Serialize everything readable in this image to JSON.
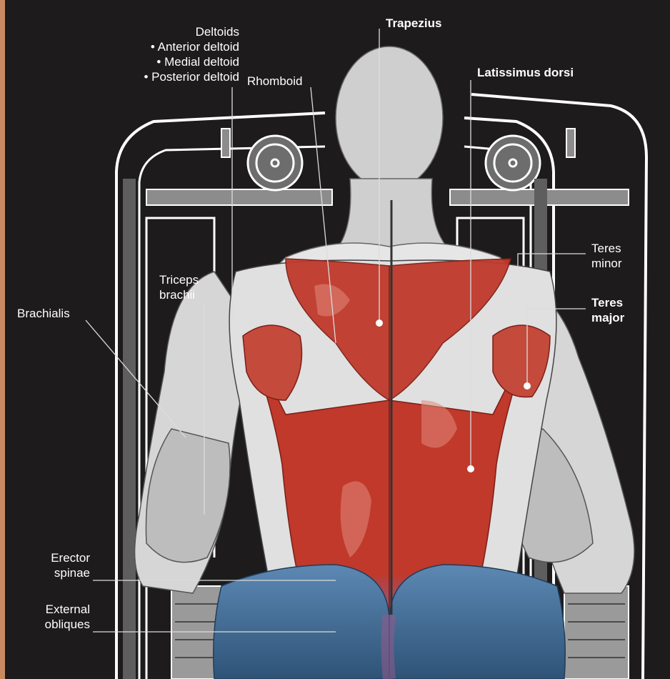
{
  "labels": {
    "deltoids": {
      "title": "Deltoids",
      "items": [
        "• Anterior deltoid",
        "• Medial deltoid",
        "• Posterior deltoid"
      ]
    },
    "rhomboid": "Rhomboid",
    "trapezius": "Trapezius",
    "latissimus": "Latissimus dorsi",
    "teres_minor": [
      "Teres",
      "minor"
    ],
    "teres_major": [
      "Teres",
      "major"
    ],
    "triceps": [
      "Triceps",
      "brachii"
    ],
    "brachialis": "Brachialis",
    "erector": [
      "Erector",
      "spinae"
    ],
    "obliques": [
      "External",
      "obliques"
    ]
  },
  "colors": {
    "background": "#1d1b1b",
    "edge": "#c98a62",
    "muscle_red": "#c0392b",
    "muscle_light": "#e3e3e3",
    "oblique_blue": "#3f6f99",
    "machine_white": "#ffffff"
  }
}
